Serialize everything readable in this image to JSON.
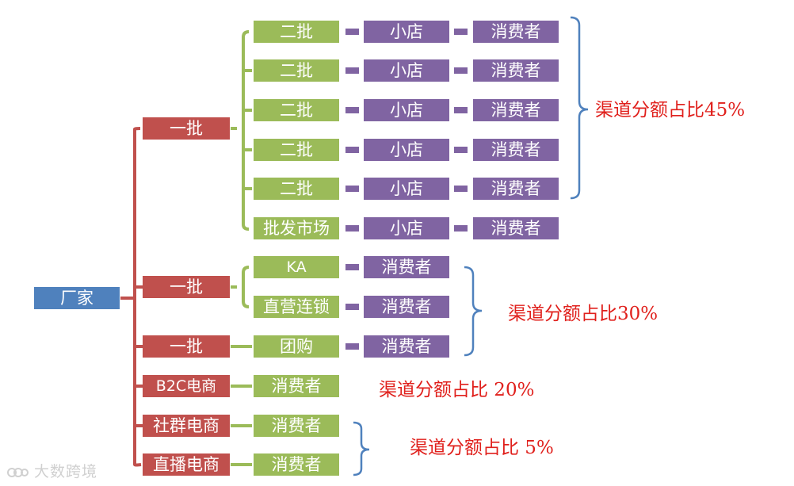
{
  "root": {
    "label": "厂家"
  },
  "level1": {
    "yipi_1": "一批",
    "yipi_2": "一批",
    "yipi_3": "一批",
    "b2c": "B2C电商",
    "community": "社群电商",
    "livestream": "直播电商"
  },
  "level2": {
    "erpi": "二批",
    "wholesale_market": "批发市场",
    "ka": "KA",
    "direct_chain": "直营连锁",
    "group_buy": "团购",
    "consumer": "消费者"
  },
  "level3": {
    "small_store": "小店",
    "consumer": "消费者"
  },
  "level4": {
    "consumer": "消费者"
  },
  "shares": {
    "group_a": "渠道分额占比45%",
    "group_b": "渠道分额占比30%",
    "group_c": "渠道分额占比 20%",
    "group_d": "渠道分额占比 5%"
  },
  "watermark": "大数跨境",
  "colors": {
    "root": "#4f81bd",
    "level1": "#c0504d",
    "level2": "#9bbb59",
    "level3": "#8064a2",
    "bracket": "#4f81bd",
    "share_text": "#e0201c"
  }
}
